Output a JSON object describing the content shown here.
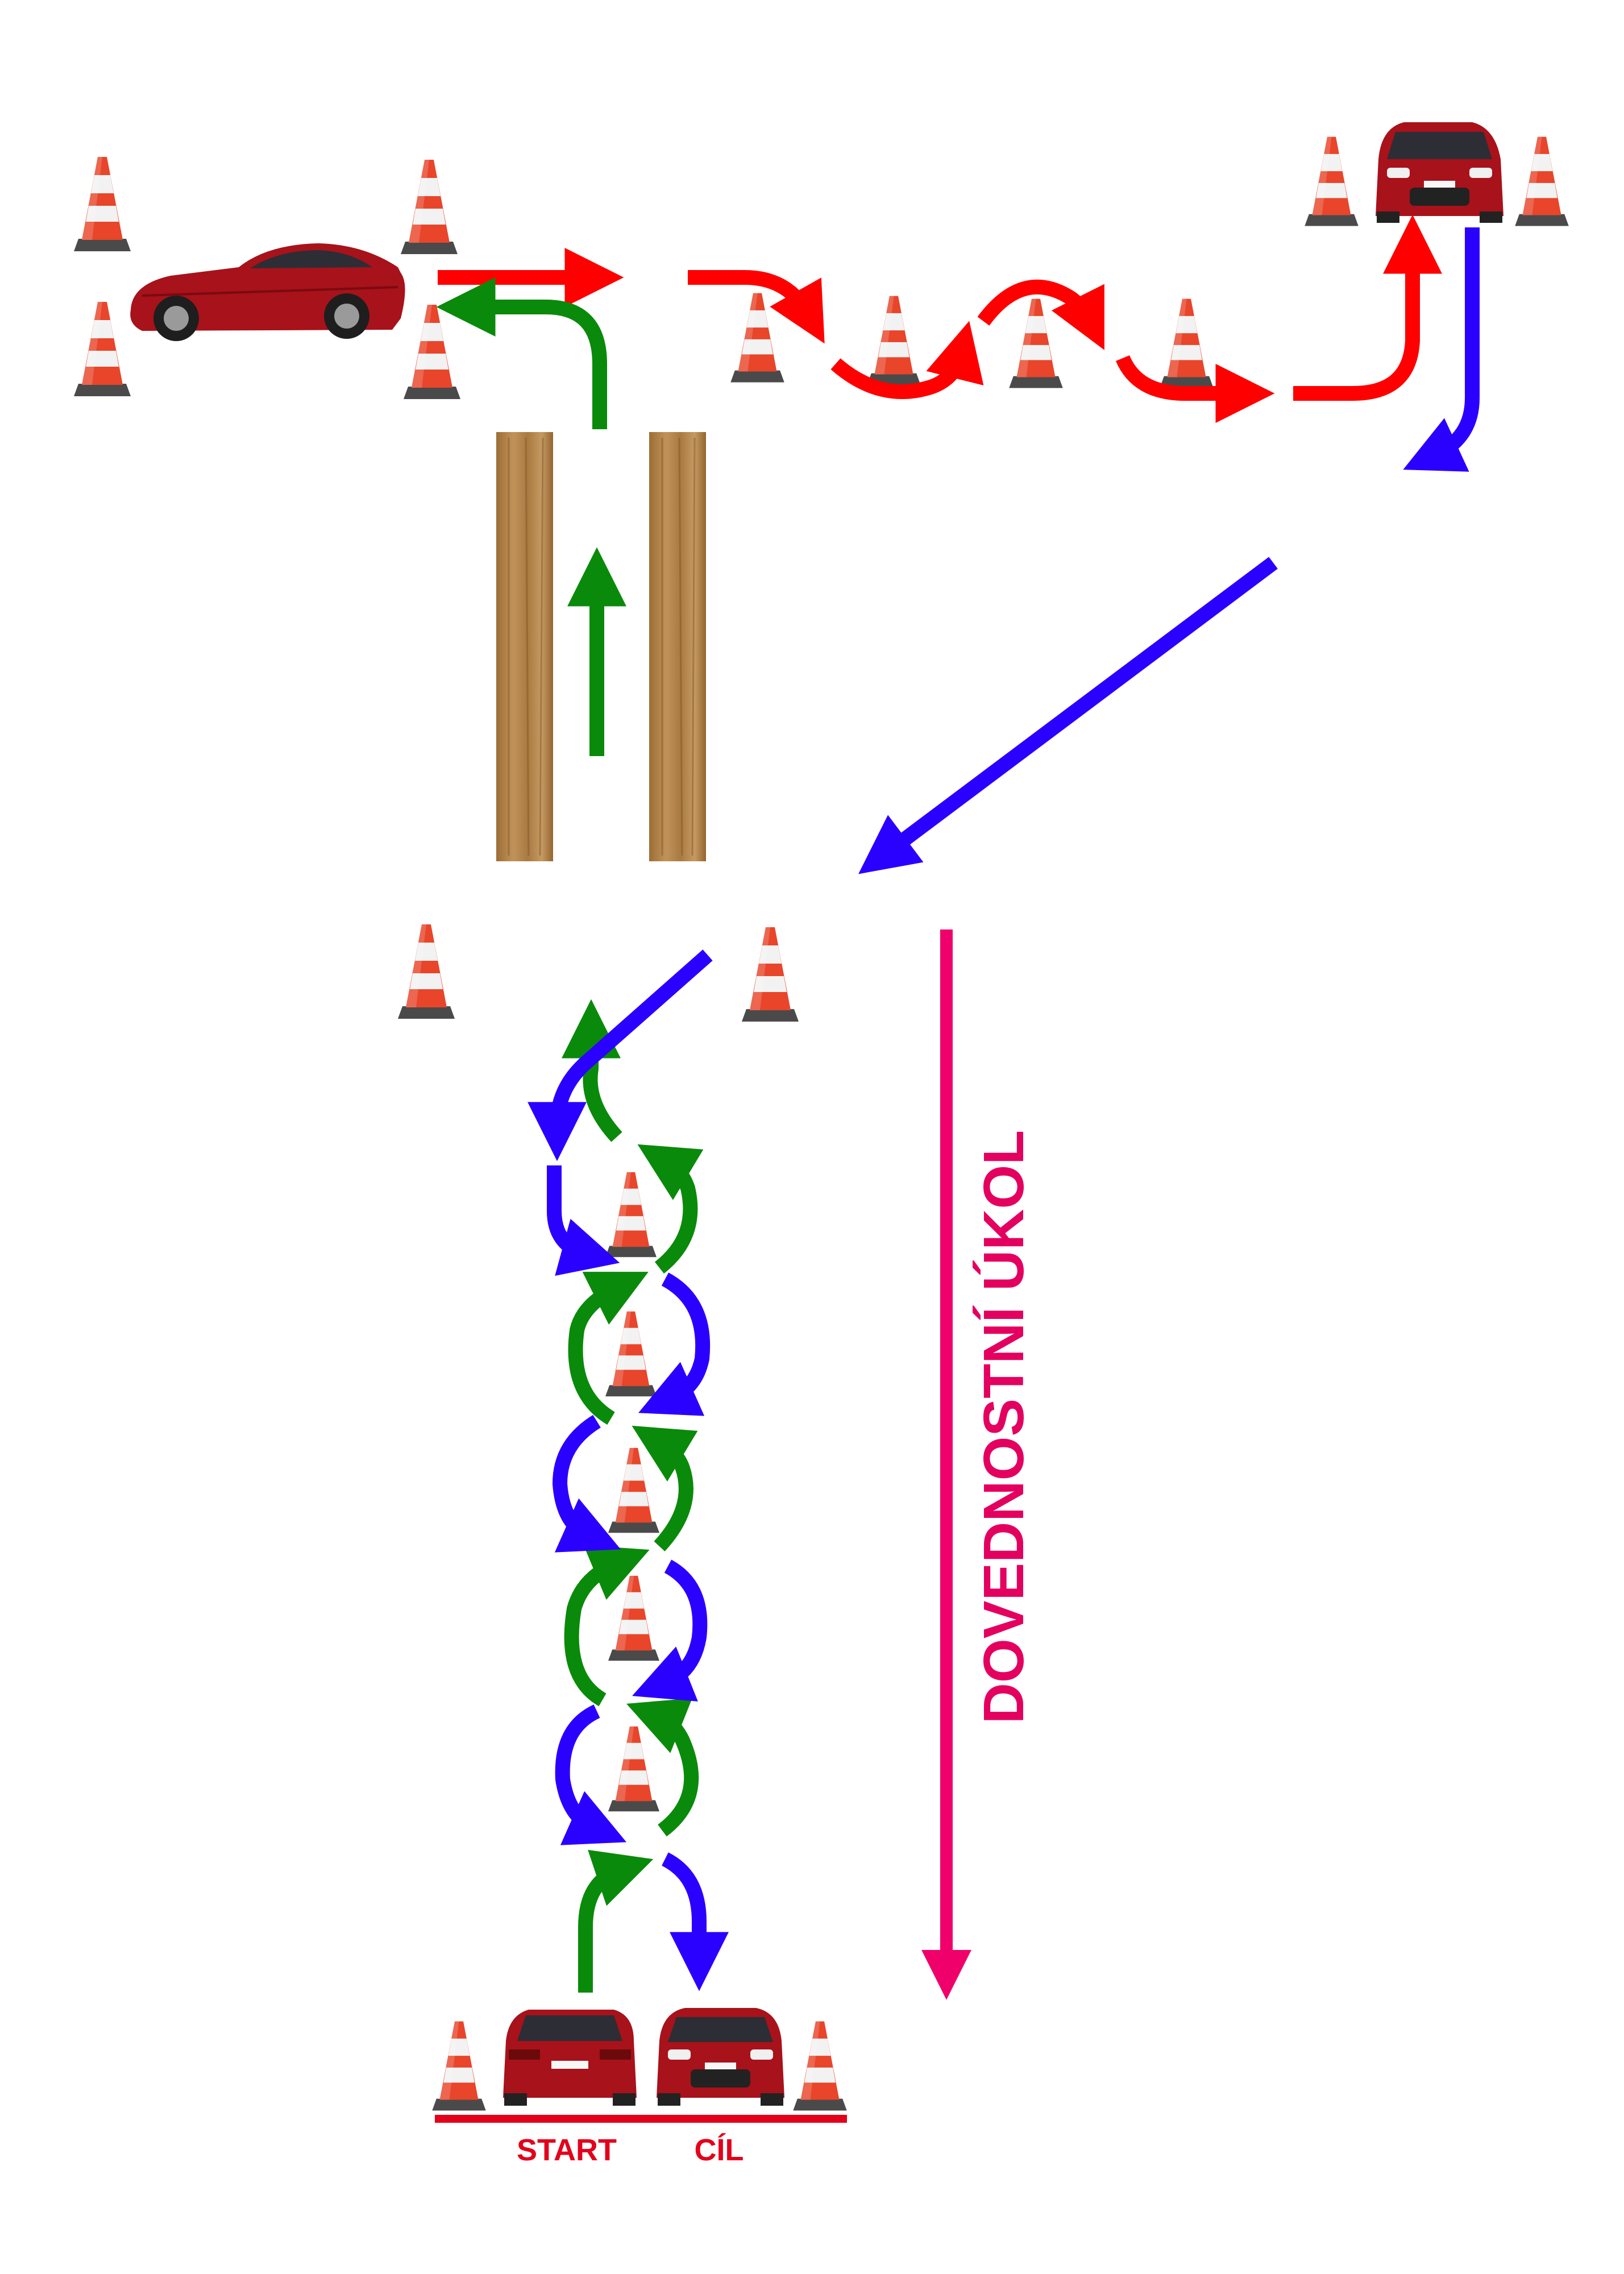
{
  "colors": {
    "red_path": "#ff0000",
    "green_path": "#0a8a0a",
    "blue_path": "#2a00ff",
    "skill_line": "#f0006a",
    "start_line": "#e3001b",
    "cone_orange": "#e8452a",
    "cone_white": "#f2f2f2",
    "cone_base": "#4a4a4a",
    "car_body": "#a8121a",
    "plank_wood": "#b5874a"
  },
  "labels": {
    "start": "START",
    "finish": "CÍL",
    "skill_task": "DOVEDNOSTNÍ ÚKOL"
  },
  "icons": {
    "cone": "traffic-cone-icon",
    "car_side": "car-side-icon",
    "car_front": "car-front-icon",
    "car_rear": "car-rear-icon",
    "plank": "wooden-plank"
  }
}
